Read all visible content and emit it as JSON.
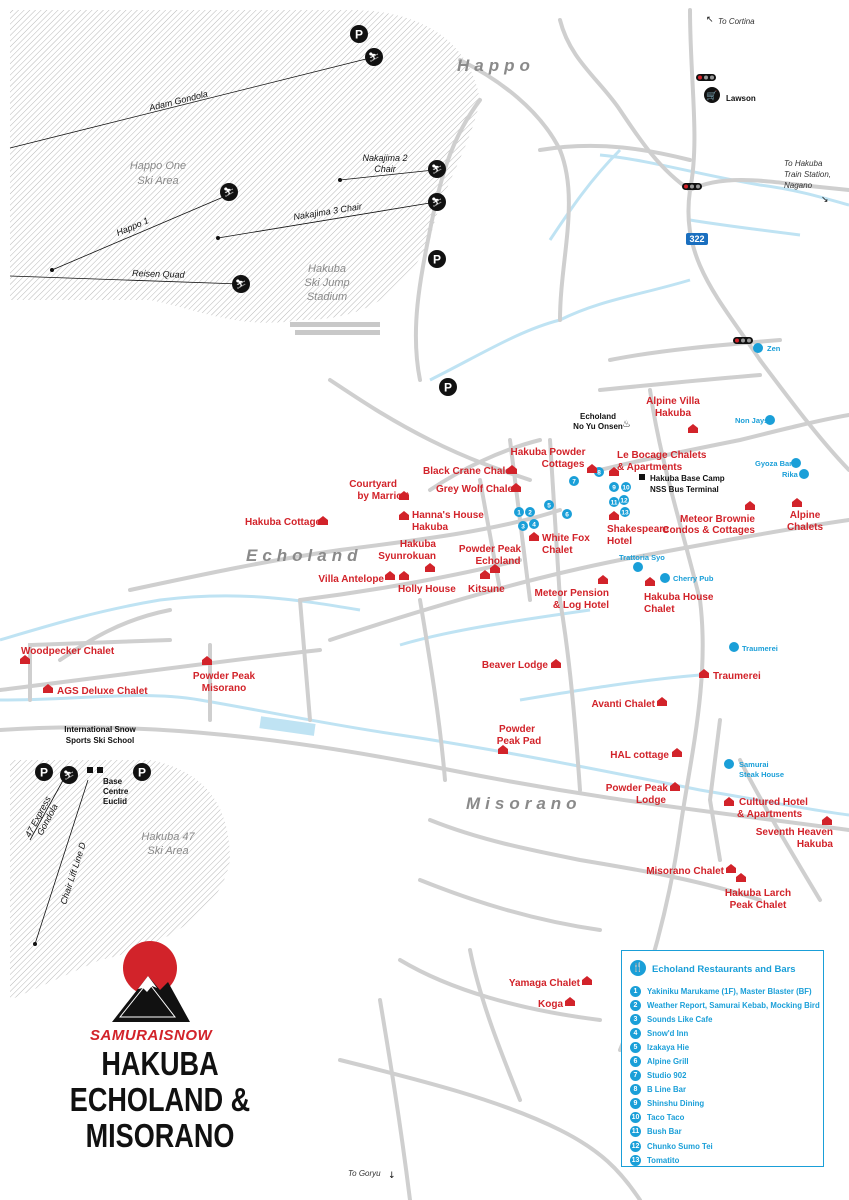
{
  "areas": {
    "happo": "Happo",
    "echoland": "Echoland",
    "misorano": "Misorano",
    "happo_one": [
      "Happo One",
      "Ski Area"
    ],
    "jump_stadium": [
      "Hakuba",
      "Ski Jump",
      "Stadium"
    ],
    "hakuba47": [
      "Hakuba 47",
      "Ski Area"
    ]
  },
  "lifts": {
    "adam": "Adam Gondola",
    "happo1": "Happo 1",
    "reisen": "Reisen Quad",
    "nakajima2": [
      "Nakajima 2",
      "Chair"
    ],
    "nakajima3": "Nakajima 3 Chair",
    "express47": [
      "47 Express",
      "Gondola"
    ],
    "chair_d": "Chair Lift Line D"
  },
  "directions": {
    "cortina": "To Cortina",
    "station": [
      "To Hakuba",
      "Train Station,",
      "Nagano"
    ],
    "goryu": "To Goryu"
  },
  "road_number": "322",
  "places": {
    "lawson": "Lawson",
    "echoland_onsen": [
      "Echoland",
      "No Yu Onsen"
    ],
    "base_camp": [
      "Hakuba Base Camp",
      "NSS Bus Terminal"
    ],
    "snow_school": [
      "International Snow",
      "Sports Ski School"
    ],
    "base_centre": [
      "Base",
      "Centre",
      "Euclid"
    ]
  },
  "restaurants": {
    "zen": "Zen",
    "non_jays": "Non Jays",
    "gyoza": "Gyoza Bar",
    "rika": "Rika",
    "trattoria": "Trattoria Syo",
    "cherry": "Cherry Pub",
    "traumerei": "Traumerei",
    "samurai_steak": [
      "Samurai",
      "Steak House"
    ]
  },
  "accommodations": {
    "alpine_villa": [
      "Alpine Villa",
      "Hakuba"
    ],
    "hakuba_powder": [
      "Hakuba Powder",
      "Cottages"
    ],
    "le_bocage": [
      "Le Bocage Chalets",
      "& Apartments"
    ],
    "black_crane": "Black Crane Chalet",
    "grey_wolf": "Grey Wolf Chalet",
    "courtyard": [
      "Courtyard",
      "by Marriott"
    ],
    "hannas": [
      "Hanna's House",
      "Hakuba"
    ],
    "hakuba_cottage": "Hakuba Cottage",
    "syunrokuan": [
      "Hakuba",
      "Syunrokuan"
    ],
    "powder_peak_echoland": [
      "Powder Peak",
      "Echoland"
    ],
    "white_fox": [
      "White Fox",
      "Chalet"
    ],
    "shakespeare": [
      "Shakespeare",
      "Hotel"
    ],
    "meteor_brownie": [
      "Meteor Brownie",
      "Condos & Cottages"
    ],
    "alpine_chalets": [
      "Alpine",
      "Chalets"
    ],
    "villa_antelope": "Villa Antelope",
    "holly_house": "Holly House",
    "kitsune": "Kitsune",
    "meteor_pension": [
      "Meteor Pension",
      "& Log Hotel"
    ],
    "hakuba_house": [
      "Hakuba House",
      "Chalet"
    ],
    "woodpecker": "Woodpecker Chalet",
    "ags": "AGS Deluxe Chalet",
    "powder_peak_misorano": [
      "Powder Peak",
      "Misorano"
    ],
    "beaver": "Beaver Lodge",
    "traumerei_lodge": "Traumerei",
    "avanti": "Avanti Chalet",
    "powder_peak_pad": [
      "Powder",
      "Peak Pad"
    ],
    "hal": "HAL cottage",
    "powder_peak_lodge": [
      "Powder Peak",
      "Lodge"
    ],
    "cultured": [
      "Cultured Hotel",
      "& Apartments"
    ],
    "seventh_heaven": [
      "Seventh Heaven",
      "Hakuba"
    ],
    "misorano_chalet": "Misorano Chalet",
    "larch": [
      "Hakuba Larch",
      "Peak Chalet"
    ],
    "yamaga": "Yamaga Chalet",
    "koga": "Koga"
  },
  "legend": {
    "title": "Echoland Restaurants and Bars",
    "items": [
      {
        "num": "1",
        "name": "Yakiniku Marukame (1F), Master Blaster (BF)"
      },
      {
        "num": "2",
        "name": "Weather Report, Samurai Kebab, Mocking Bird"
      },
      {
        "num": "3",
        "name": "Sounds Like Cafe"
      },
      {
        "num": "4",
        "name": "Snow'd Inn"
      },
      {
        "num": "5",
        "name": "Izakaya Hie"
      },
      {
        "num": "6",
        "name": "Alpine Grill"
      },
      {
        "num": "7",
        "name": "Studio 902"
      },
      {
        "num": "8",
        "name": "B Line Bar"
      },
      {
        "num": "9",
        "name": "Shinshu Dining"
      },
      {
        "num": "10",
        "name": "Taco Taco"
      },
      {
        "num": "11",
        "name": "Bush Bar"
      },
      {
        "num": "12",
        "name": "Chunko Sumo Tei"
      },
      {
        "num": "13",
        "name": "Tomatito"
      }
    ]
  },
  "brand": {
    "name": "SAMURAISNOW",
    "title": [
      "HAKUBA",
      "ECHOLAND &",
      "MISORANO"
    ]
  },
  "colors": {
    "accent_red": "#d2232a",
    "accent_blue": "#1a9fd8",
    "road_gray": "#c8c8c8",
    "river_blue": "#bfe3f3",
    "ski_hatch": "#b5b5b5"
  }
}
